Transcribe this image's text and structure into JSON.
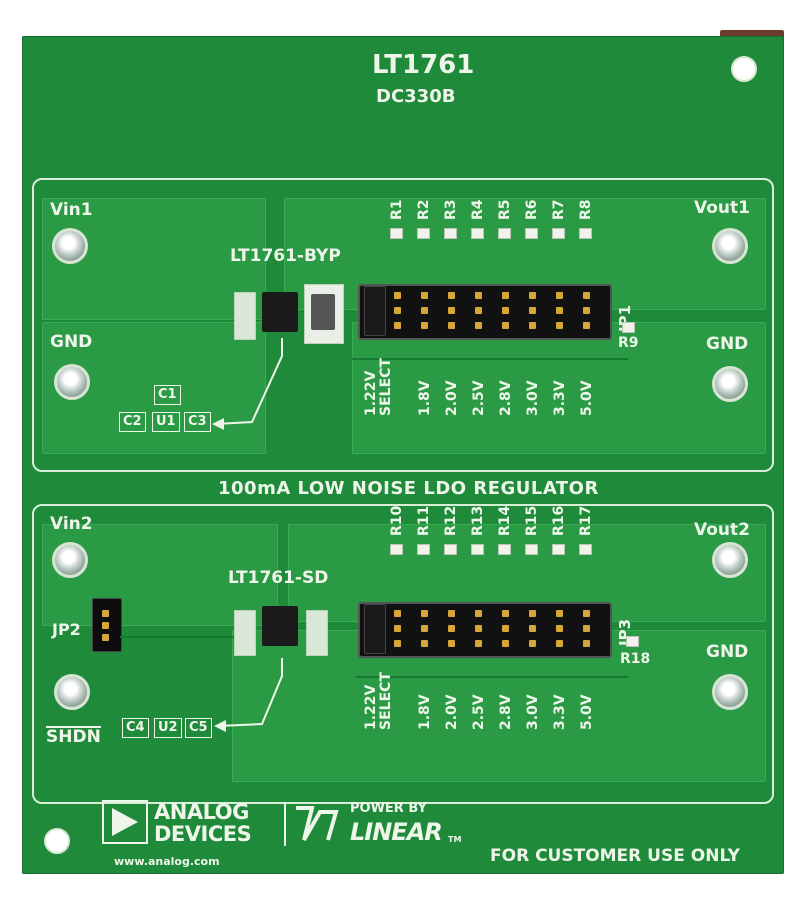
{
  "board": {
    "part_number": "LT1761",
    "board_code": "DC330B",
    "subtitle": "100mA LOW NOISE LDO REGULATOR",
    "footer_note": "FOR CUSTOMER USE ONLY",
    "website": "www.analog.com"
  },
  "brand": {
    "logo_line1": "ANALOG",
    "logo_line2": "DEVICES",
    "power_by": "POWER BY",
    "linear": "LINEAR",
    "tm": "TM"
  },
  "top_circuit": {
    "name": "LT1761-BYP",
    "vin": "Vin1",
    "vout": "Vout1",
    "gnd_left": "GND",
    "gnd_right": "GND",
    "jumper": "JP1",
    "resistor_extra": "R9",
    "resistors": [
      "R1",
      "R2",
      "R3",
      "R4",
      "R5",
      "R6",
      "R7",
      "R8"
    ],
    "voltages": [
      "1.22V",
      "SELECT",
      "1.8V",
      "2.0V",
      "2.5V",
      "2.8V",
      "3.0V",
      "3.3V",
      "5.0V"
    ],
    "components": [
      "C1",
      "C2",
      "U1",
      "C3"
    ]
  },
  "bottom_circuit": {
    "name": "LT1761-SD",
    "vin": "Vin2",
    "vout": "Vout2",
    "gnd_right": "GND",
    "shdn": "SHDN",
    "jumper_left": "JP2",
    "jumper": "JP3",
    "resistor_extra": "R18",
    "resistors": [
      "R10",
      "R11",
      "R12",
      "R13",
      "R14",
      "R15",
      "R16",
      "R17"
    ],
    "voltages": [
      "1.22V",
      "SELECT",
      "1.8V",
      "2.0V",
      "2.5V",
      "2.8V",
      "3.0V",
      "3.3V",
      "5.0V"
    ],
    "components": [
      "C4",
      "U2",
      "C5"
    ]
  },
  "colors": {
    "board": "#1f8a3a",
    "silkscreen": "#eef6ea",
    "header_pin": "#d6a637"
  }
}
